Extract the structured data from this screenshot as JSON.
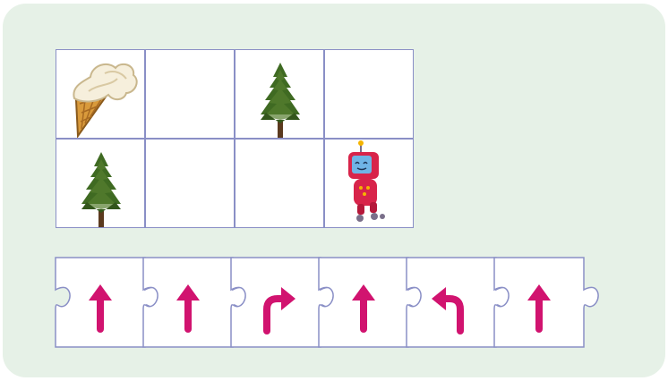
{
  "board": {
    "rows": 2,
    "cols": 4,
    "cells": [
      [
        "ice-cream",
        "empty",
        "tree",
        "empty"
      ],
      [
        "tree",
        "empty",
        "empty",
        "robot"
      ]
    ]
  },
  "program": {
    "commands": [
      "forward",
      "forward",
      "turn-right",
      "forward",
      "turn-left",
      "forward"
    ]
  },
  "colors": {
    "background": "#e6f1e7",
    "grid_line": "#8a8fc6",
    "arrow": "#d1136f",
    "tree": "#3f6a22",
    "robot": "#d8244a"
  }
}
